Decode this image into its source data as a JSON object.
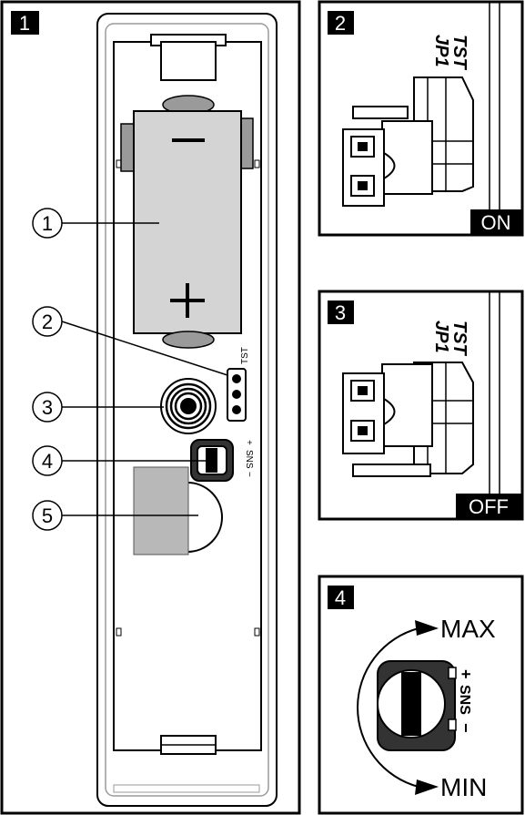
{
  "panels": {
    "p1": {
      "number": "1"
    },
    "p2": {
      "number": "2",
      "jumper_tst": "TST",
      "jumper_jp1": "JP1",
      "state": "ON"
    },
    "p3": {
      "number": "3",
      "jumper_tst": "TST",
      "jumper_jp1": "JP1",
      "state": "OFF"
    },
    "p4": {
      "number": "4",
      "max": "MAX",
      "min": "MIN",
      "sns_plus": "+",
      "sns_label": "SNS",
      "sns_minus": "−"
    }
  },
  "board": {
    "battery_minus": "−",
    "battery_plus": "+",
    "tst_label": "TST",
    "sns_plus": "+",
    "sns_label": "SNS",
    "sns_minus": "−"
  },
  "callouts": [
    "1",
    "2",
    "3",
    "4",
    "5"
  ],
  "colors": {
    "line": "#000000",
    "battery": "#d4d4d4",
    "reed_block": "#b8b8b8",
    "dark_fill": "#333333",
    "mid_gray": "#9a9a9a"
  }
}
